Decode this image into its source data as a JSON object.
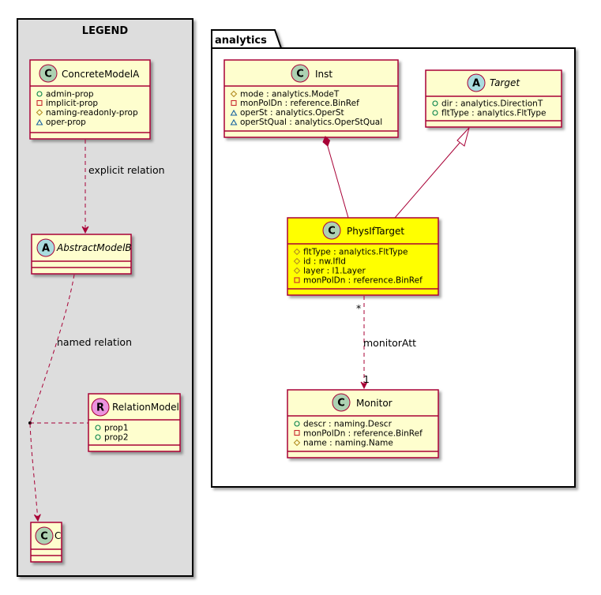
{
  "legend": {
    "title": "LEGEND",
    "concrete_model": {
      "stereotype": "C",
      "name": "ConcreteModelA",
      "attrs": [
        {
          "vis": "public",
          "text": "admin-prop"
        },
        {
          "vis": "private",
          "text": "implicit-prop"
        },
        {
          "vis": "protected",
          "text": "naming-readonly-prop"
        },
        {
          "vis": "package",
          "text": "oper-prop"
        }
      ]
    },
    "explicit_relation_label": "explicit relation",
    "abstract_model": {
      "stereotype": "A",
      "name": "AbstractModelB"
    },
    "named_relation_label": "named relation",
    "relation_model": {
      "stereotype": "R",
      "name": "RelationModel",
      "attrs": [
        {
          "vis": "public",
          "text": "prop1"
        },
        {
          "vis": "public",
          "text": "prop2"
        }
      ]
    },
    "c_model": {
      "stereotype": "C",
      "name": "C"
    }
  },
  "package": {
    "name": "analytics",
    "inst": {
      "stereotype": "C",
      "name": "Inst",
      "attrs": [
        {
          "vis": "protected",
          "text": "mode : analytics.ModeT"
        },
        {
          "vis": "private",
          "text": "monPolDn : reference.BinRef"
        },
        {
          "vis": "package",
          "text": "operSt : analytics.OperSt"
        },
        {
          "vis": "package",
          "text": "operStQual : analytics.OperStQual"
        }
      ]
    },
    "target": {
      "stereotype": "A",
      "name": "Target",
      "attrs": [
        {
          "vis": "public",
          "text": "dir : analytics.DirectionT"
        },
        {
          "vis": "public",
          "text": "fltType : analytics.FltType"
        }
      ]
    },
    "physif": {
      "stereotype": "C",
      "name": "PhysIfTarget",
      "attrs": [
        {
          "vis": "protected",
          "text": "fltType : analytics.FltType"
        },
        {
          "vis": "protected",
          "text": "id : nw.IfId"
        },
        {
          "vis": "protected",
          "text": "layer : l1.Layer"
        },
        {
          "vis": "private",
          "text": "monPolDn : reference.BinRef"
        }
      ]
    },
    "monitor": {
      "stereotype": "C",
      "name": "Monitor",
      "attrs": [
        {
          "vis": "public",
          "text": "descr : naming.Descr"
        },
        {
          "vis": "private",
          "text": "monPolDn : reference.BinRef"
        },
        {
          "vis": "protected",
          "text": "name : naming.Name"
        }
      ]
    },
    "monitor_relation": {
      "label": "monitorAtt",
      "source_mult": "*",
      "target_mult": "1"
    }
  },
  "colors": {
    "class_fill": "#FEFECE",
    "class_border": "#A80036",
    "highlight_fill": "#FFFF00",
    "legend_bg": "#DDDDDD",
    "circle_class": "#ADD1B2",
    "circle_abstract": "#A9DCDF",
    "circle_relation": "#EB93DF",
    "vis_public": "#038048",
    "vis_private": "#C82930",
    "vis_protected": "#B38D22",
    "vis_package": "#1963A0"
  }
}
